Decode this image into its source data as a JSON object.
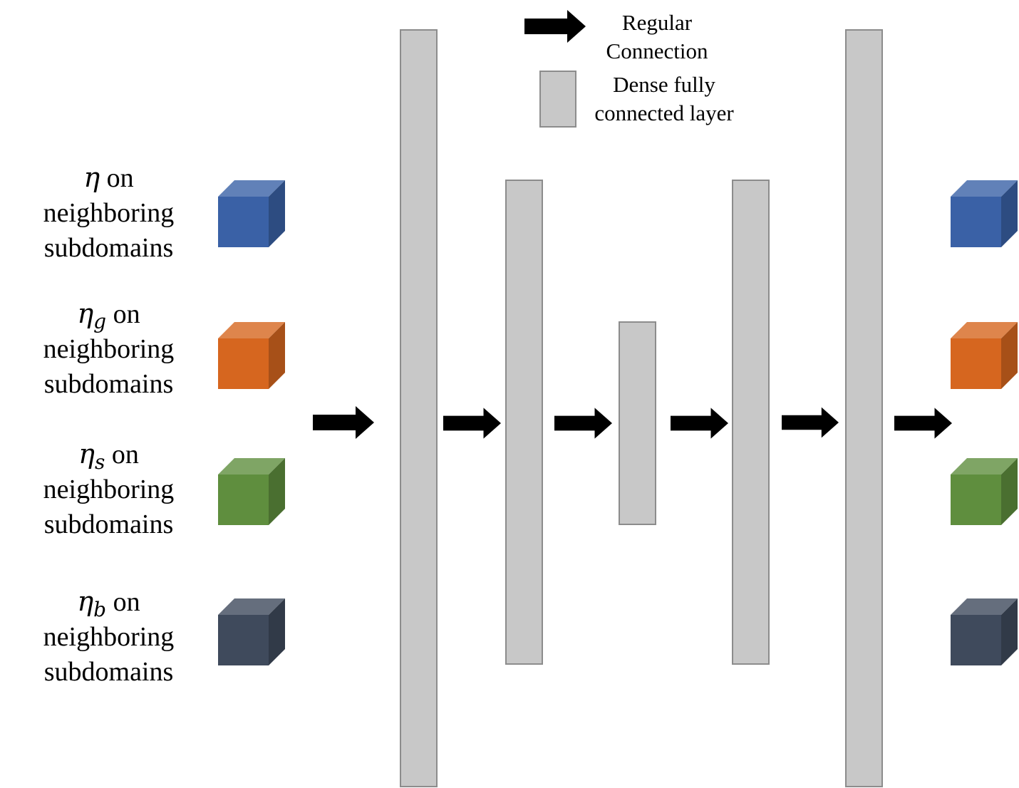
{
  "legend": {
    "arrow_label_line1": "Regular",
    "arrow_label_line2": "Connection",
    "layer_label_line1": "Dense fully",
    "layer_label_line2": "connected layer"
  },
  "inputs": [
    {
      "symbol": "η",
      "subscript": "",
      "on": "on",
      "line2": "neighboring",
      "line3": "subdomains",
      "color": "#3a61a6"
    },
    {
      "symbol": "η",
      "subscript": "g",
      "on": "on",
      "line2": "neighboring",
      "line3": "subdomains",
      "color": "#d6661f"
    },
    {
      "symbol": "η",
      "subscript": "s",
      "on": "on",
      "line2": "neighboring",
      "line3": "subdomains",
      "color": "#5f8e3e"
    },
    {
      "symbol": "η",
      "subscript": "b",
      "on": "on",
      "line2": "neighboring",
      "line3": "subdomains",
      "color": "#3f4a5c"
    }
  ],
  "colors": {
    "layer_fill": "#c8c8c8",
    "layer_stroke": "#8c8c8c",
    "arrow": "#000000"
  }
}
